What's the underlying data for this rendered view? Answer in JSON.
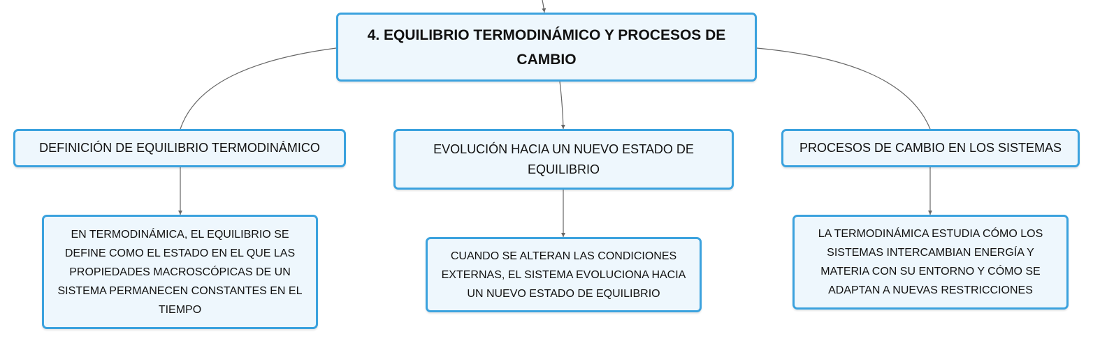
{
  "root": {
    "title": "4. EQUILIBRIO TERMODINÁMICO Y PROCESOS DE CAMBIO"
  },
  "topics": [
    {
      "label": "DEFINICIÓN DE EQUILIBRIO TERMODINÁMICO",
      "detail": "EN TERMODINÁMICA, EL EQUILIBRIO SE DEFINE COMO EL ESTADO EN EL QUE LAS PROPIEDADES MACROSCÓPICAS DE UN SISTEMA PERMANECEN CONSTANTES EN EL TIEMPO"
    },
    {
      "label": "EVOLUCIÓN HACIA UN NUEVO ESTADO DE EQUILIBRIO",
      "detail": "CUANDO SE ALTERAN LAS CONDICIONES EXTERNAS, EL SISTEMA EVOLUCIONA HACIA UN NUEVO ESTADO DE EQUILIBRIO"
    },
    {
      "label": "PROCESOS DE CAMBIO EN LOS SISTEMAS",
      "detail": "LA TERMODINÁMICA ESTUDIA CÓMO LOS SISTEMAS INTERCAMBIAN ENERGÍA Y MATERIA CON SU ENTORNO Y CÓMO SE ADAPTAN A NUEVAS RESTRICCIONES"
    }
  ],
  "colors": {
    "node_border": "#3ba2de",
    "node_fill": "#eef7fd",
    "connector": "#666666"
  }
}
